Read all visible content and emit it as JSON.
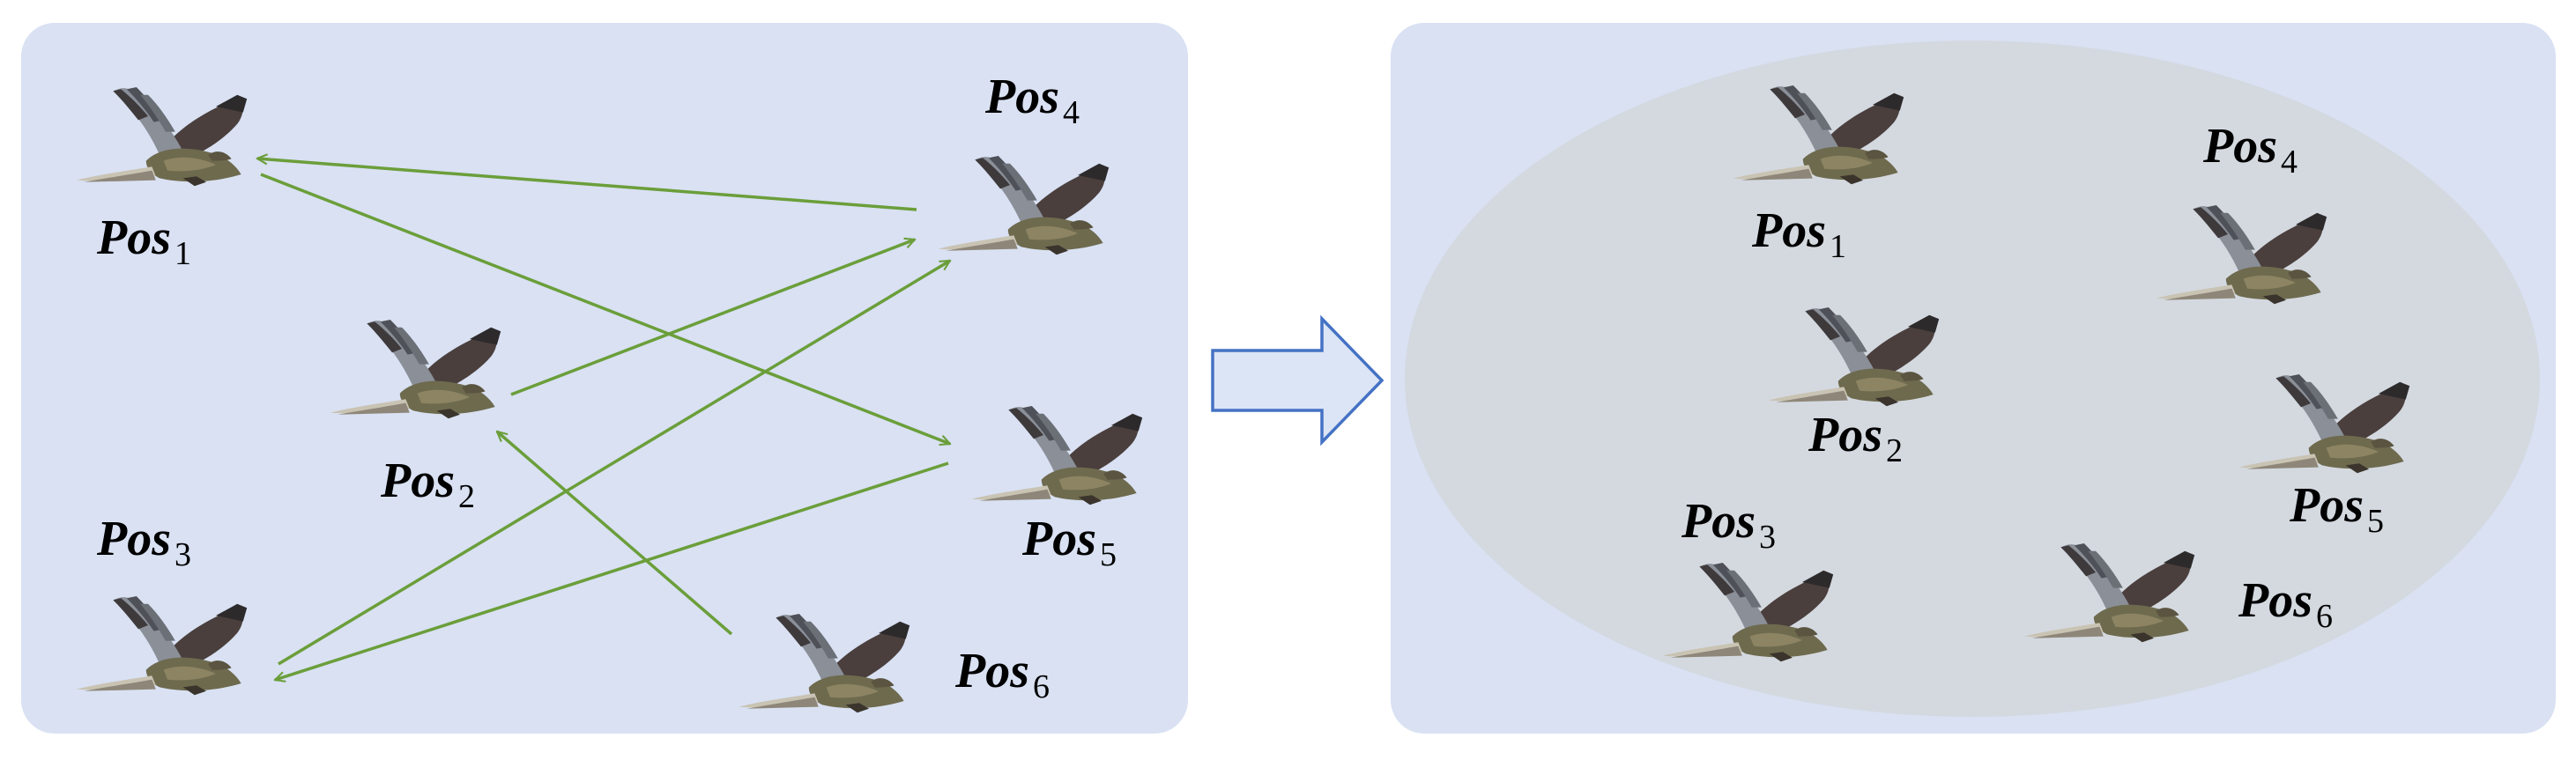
{
  "colors": {
    "panel_bg": "#d9e1f3",
    "ellipse_fill": "#d4d9e0",
    "arrow_green": "#6b9e3a",
    "big_arrow_stroke": "#4472c4",
    "big_arrow_fill": "#dce5f5",
    "hawk_wing_dark": "#3e3a3c",
    "hawk_wing_gray": "#8a8f98",
    "hawk_body": "#6e6a4e",
    "hawk_tail": "#c9c3b3"
  },
  "left_panel": {
    "hawks": [
      {
        "id": "pos1",
        "label": "Pos",
        "sub": "1"
      },
      {
        "id": "pos2",
        "label": "Pos",
        "sub": "2"
      },
      {
        "id": "pos3",
        "label": "Pos",
        "sub": "3"
      },
      {
        "id": "pos4",
        "label": "Pos",
        "sub": "4"
      },
      {
        "id": "pos5",
        "label": "Pos",
        "sub": "5"
      },
      {
        "id": "pos6",
        "label": "Pos",
        "sub": "6"
      }
    ],
    "arrows": [
      {
        "from": "pos4",
        "to": "pos1"
      },
      {
        "from": "pos1",
        "to": "pos5"
      },
      {
        "from": "pos2",
        "to": "pos4"
      },
      {
        "from": "pos3",
        "to": "pos4"
      },
      {
        "from": "pos5",
        "to": "pos3"
      },
      {
        "from": "pos6",
        "to": "pos2"
      }
    ]
  },
  "transition_arrow": {
    "icon": "right-arrow-icon"
  },
  "right_panel": {
    "hawks": [
      {
        "id": "pos1",
        "label": "Pos",
        "sub": "1"
      },
      {
        "id": "pos2",
        "label": "Pos",
        "sub": "2"
      },
      {
        "id": "pos3",
        "label": "Pos",
        "sub": "3"
      },
      {
        "id": "pos4",
        "label": "Pos",
        "sub": "4"
      },
      {
        "id": "pos5",
        "label": "Pos",
        "sub": "5"
      },
      {
        "id": "pos6",
        "label": "Pos",
        "sub": "6"
      }
    ]
  }
}
